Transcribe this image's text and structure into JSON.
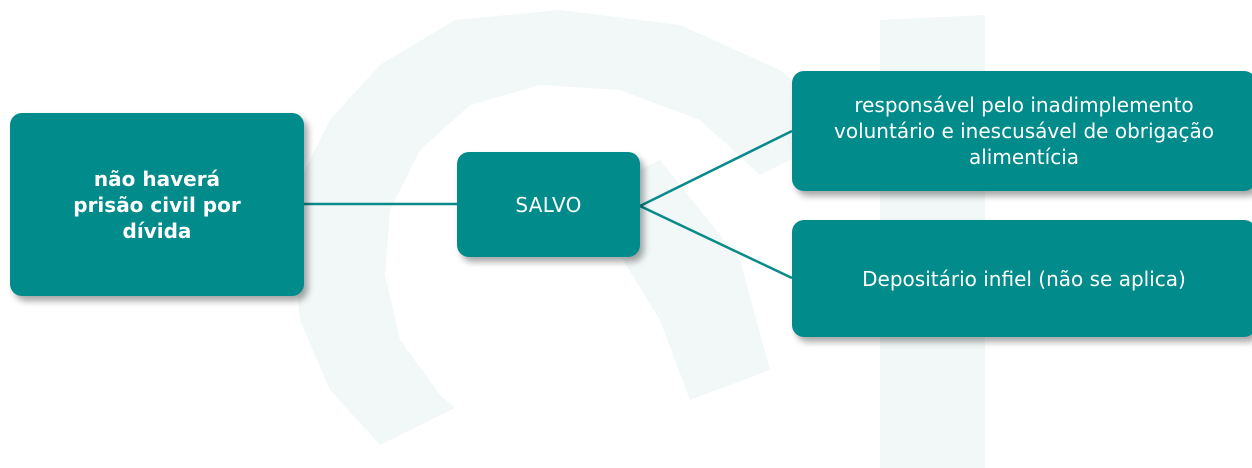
{
  "diagram": {
    "root": {
      "label": "não haverá prisão civil por dívida"
    },
    "connector": {
      "label": "SALVO"
    },
    "exceptions": [
      {
        "label": "responsável pelo inadimplemento voluntário e inescusável de obrigação alimentícia"
      },
      {
        "label": "Depositário infiel (não se aplica)"
      }
    ]
  },
  "colors": {
    "node_fill": "#028b8b",
    "node_text": "#ffffff",
    "connector_line": "#0a8a8a",
    "watermark": "#f1f8f7"
  }
}
